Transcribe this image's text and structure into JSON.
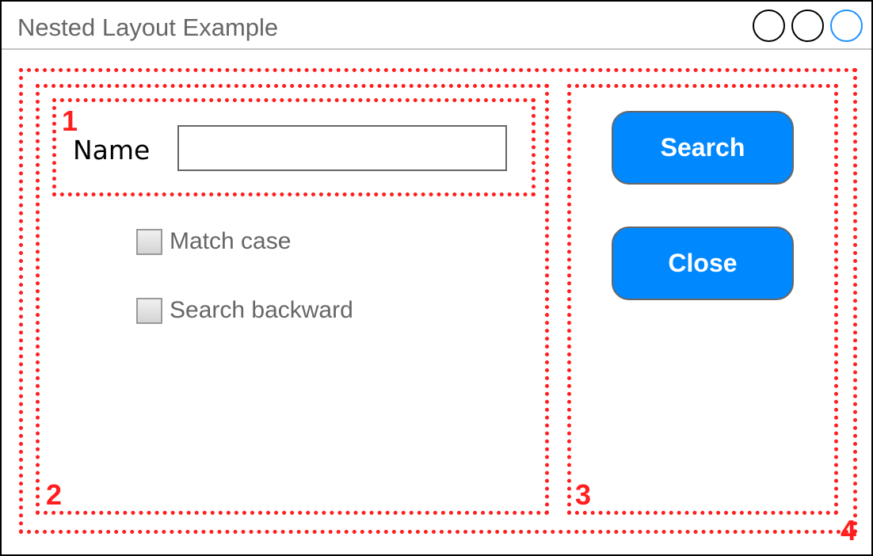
{
  "window": {
    "title": "Nested Layout Example",
    "controls": [
      "window-button-1",
      "window-button-2",
      "window-button-3"
    ]
  },
  "regions": {
    "r1": "1",
    "r2": "2",
    "r3": "3",
    "r4": "4",
    "color": "#ff1e1e"
  },
  "form": {
    "name_label": "Name",
    "name_value": "",
    "name_placeholder": ""
  },
  "options": [
    {
      "label": "Match case",
      "checked": false
    },
    {
      "label": "Search backward",
      "checked": false
    }
  ],
  "buttons": {
    "search_label": "Search",
    "close_label": "Close",
    "color": "#0088ff"
  }
}
